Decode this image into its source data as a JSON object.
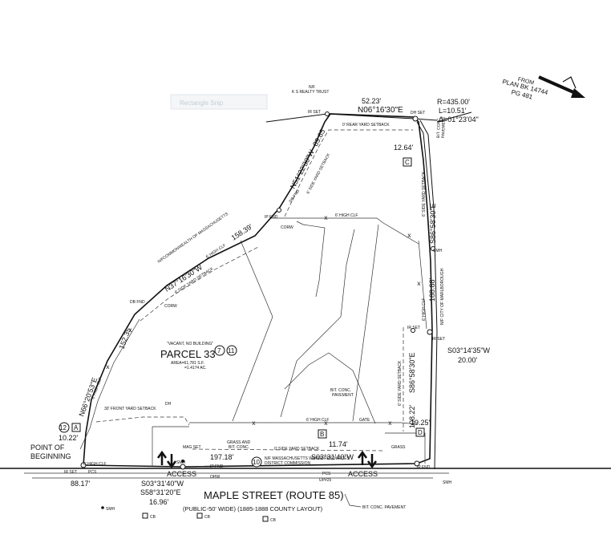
{
  "labels": {
    "ks_trust_nf": "N/F",
    "ks_trust": "K S REALTY TRUST",
    "watermark": "Rectangle Snip",
    "brg_top": "N06°16'30\"E",
    "dist_top": "52.23'",
    "rear_setback": "0' REAR YARD SETBACK",
    "ir_set": "IR SET",
    "dh_set": "DH SET",
    "radius": "R=435.00'",
    "arc_len": "L=10.51'",
    "delta": "Δ=01°23'04\"",
    "bit_conc": "BIT. CONC.",
    "paving": "PAVEMENT",
    "dist_1264": "12.64'",
    "tag_c": "C",
    "brg_ne": "N51°22'30\"W",
    "dist_ne": "89.65'",
    "side_setback": "6' SIDE YARD SETBACK",
    "side_setback2": "6' SIDE YARD SETBACK",
    "side_setback3": "6' SIDE YARD SETBACK",
    "side_setback_r": "6' SIDE YARD SETBACK",
    "db_fnd": "DB FND",
    "ip_fnd": "IP FND",
    "high_clf_top": "6' HIGH CLF",
    "corw": "CORW",
    "commonwealth_nf": "N/F",
    "commonwealth": "COMMONWEALTH OF MASSACHUSETTS",
    "high_clf_left": "6' HIGH CLF",
    "brg_nw": "N37°16'30\"W",
    "dist_nw": "158.39'",
    "brg_e": "S86°58'30\"E",
    "smh": "SMH",
    "dist_18888": "188.88'",
    "city_marlb_nf": "N/F CITY OF MARLBOROUGH",
    "high_clf_r": "6' HIGH CLF",
    "brg_sw_left": "N66°20'53\"E",
    "dist_15235": "152.35'",
    "vacant": "\"VACANT, NO BUILDING\"",
    "parcel": "PARCEL 33",
    "circle7": "7",
    "circle11": "11",
    "area1": "AREA=61,781 S.F.",
    "area2": "=1.4174 AC.",
    "brg_s03_1435": "S03°14'35\"W",
    "dist_2000": "20.00'",
    "brg_s8658": "S86°58'30\"E",
    "dist_10822": "108.22'",
    "dist_1925": "19.25'",
    "tag_d": "D",
    "bit_conc_pave": "BIT. CONC.",
    "pavement": "PAVEMENT",
    "front_setback": "30' FRONT YARD SETBACK",
    "dh": "DH",
    "high_clf_bottom": "6' HIGH CLF",
    "gate": "GATE",
    "grass_bit": "GRASS AND",
    "grass_bit2": "BIT. CONC.",
    "side_setback_b": "0' SIDE YARD SETBACK",
    "tag_b": "B",
    "dist_1174": "11.74'",
    "grass": "GRASS",
    "circle12": "12",
    "tag_a": "A",
    "dist_1022": "10.22'",
    "pob1": "POINT OF",
    "pob2": "BEGINNING",
    "ir_set2": "IR SET",
    "high_clf_sw": "6' HIGH CLF",
    "dist_8817": "88.17'",
    "mag_set": "MAG SET",
    "dist_19718": "197.18'",
    "circle10": "10",
    "mwra1": "N/F MASSACHUSETTS WATER RESOURCES",
    "mwra2": "DISTRICT COMMISSION",
    "brg_s03_3140_mid": "S03°31'40\"W",
    "access_left": "ACCESS",
    "access_right": "ACCESS",
    "ohw": "OHW",
    "brg_s03_3140_bot": "S03°31'40\"W",
    "brg_s58": "S58°31'20\"E",
    "dist_1696": "16.96'",
    "street_name": "MAPLE STREET (ROUTE 85)",
    "street_sub": "(PUBLIC-50' WIDE) (1885-1888 COUNTY LAYOUT)",
    "bit_conc_street": "BIT. CONC. PAVEMENT",
    "cb1": "CB",
    "cb2": "CB",
    "cb3": "CB",
    "smh_b": "SMH",
    "plan_ref1": "PLAN BK 14744",
    "plan_ref2": "PG 481",
    "plan_ref0": "FROM",
    "uple": "UP#25",
    "pcs": "PCS",
    "pcs2": "PCS"
  }
}
